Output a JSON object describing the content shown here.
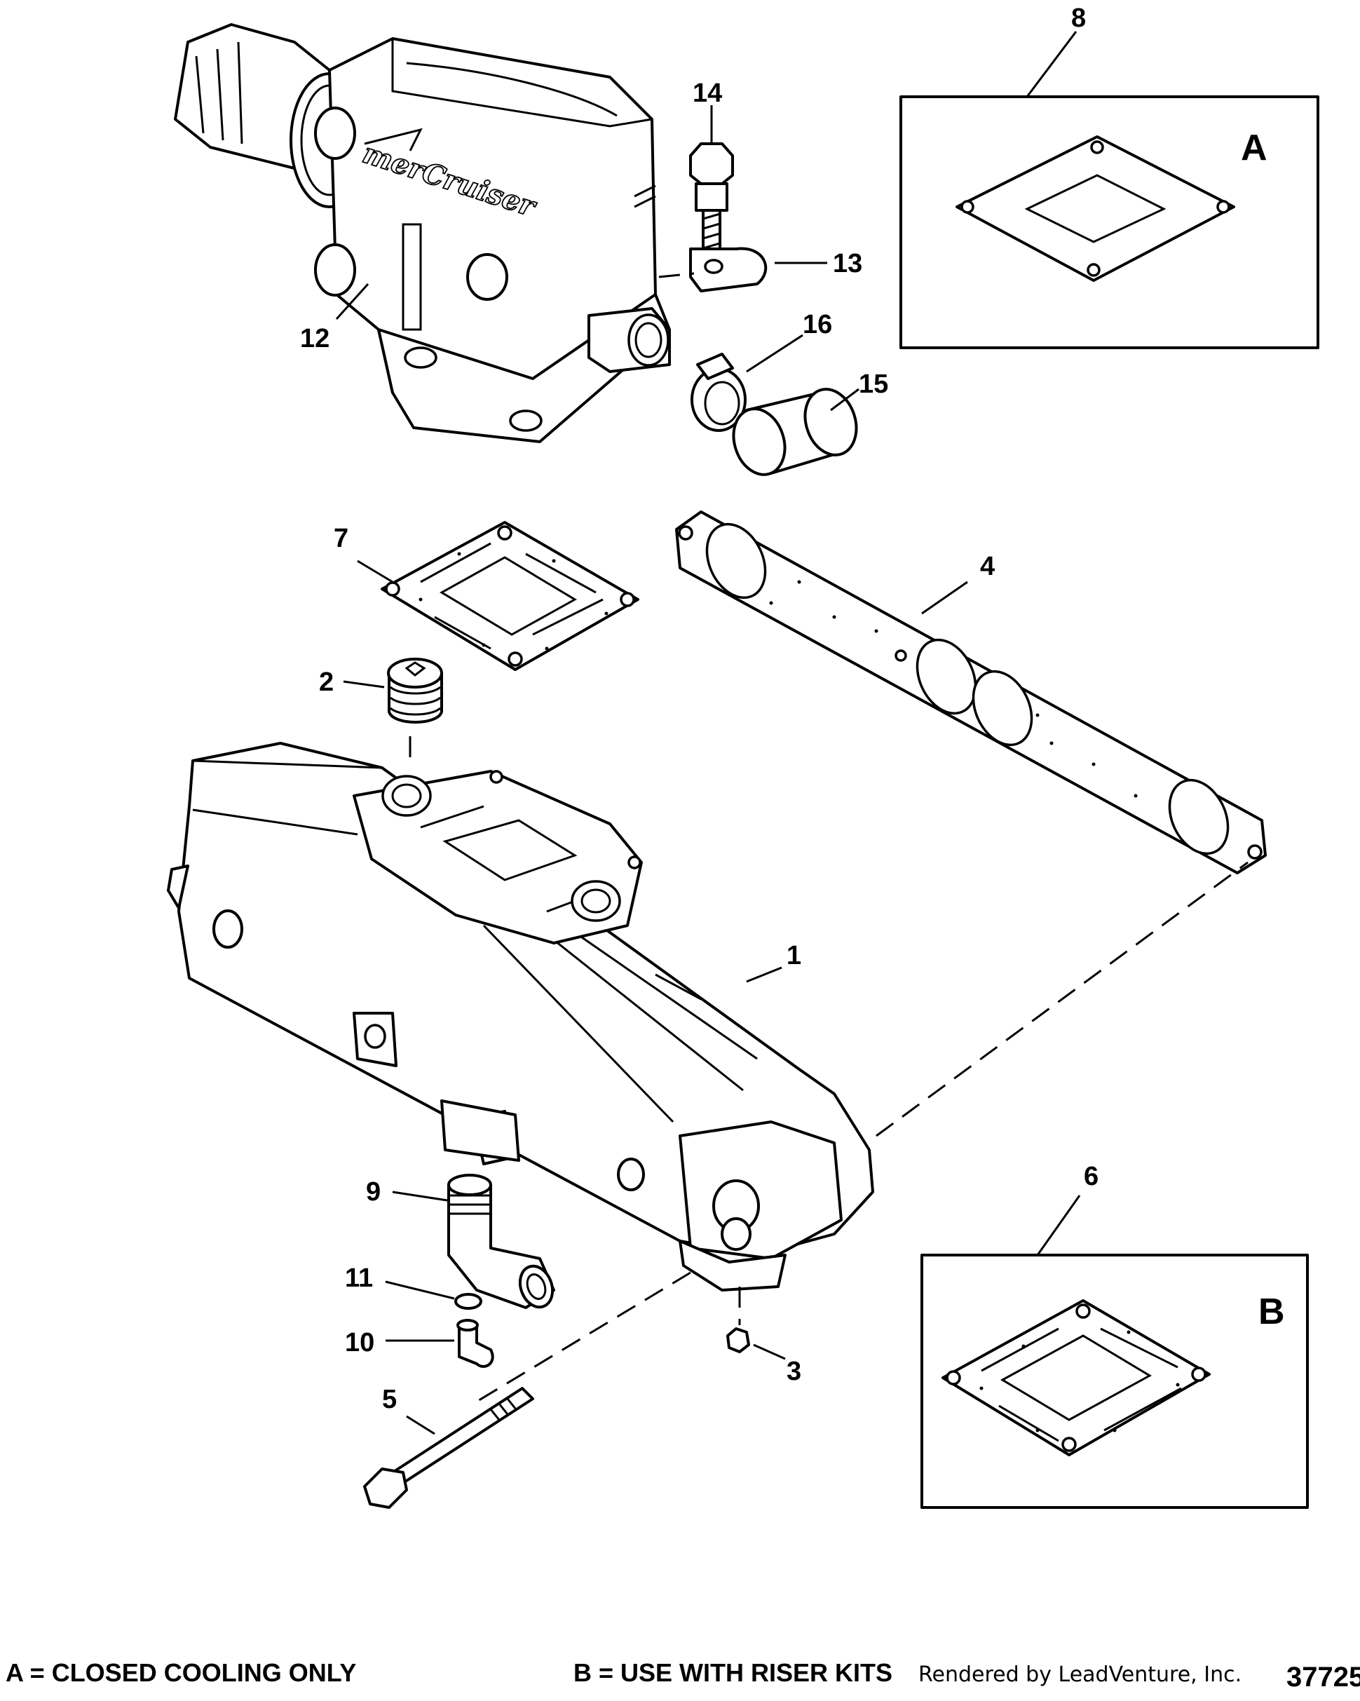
{
  "callouts": {
    "c1": "1",
    "c2": "2",
    "c3": "3",
    "c4": "4",
    "c5": "5",
    "c6": "6",
    "c7": "7",
    "c8": "8",
    "c9": "9",
    "c10": "10",
    "c11": "11",
    "c12": "12",
    "c13": "13",
    "c14": "14",
    "c15": "15",
    "c16": "16"
  },
  "inset_a": {
    "letter": "A"
  },
  "inset_b": {
    "letter": "B"
  },
  "brand_logo": "merCruiser",
  "footer": {
    "note_a": "A = CLOSED COOLING ONLY",
    "note_b": "B = USE WITH RISER KITS",
    "credit": "Rendered by LeadVenture, Inc.",
    "figure_number": "37725"
  }
}
